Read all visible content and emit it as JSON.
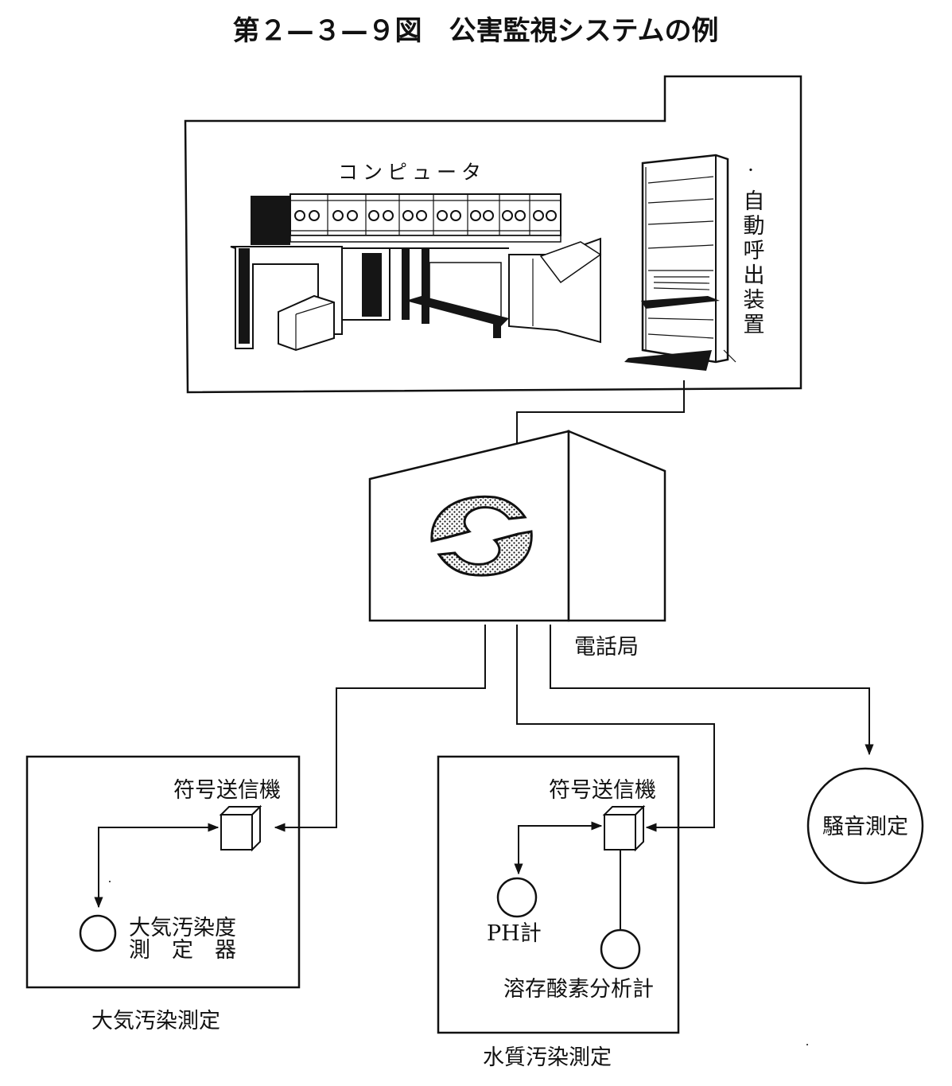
{
  "title": "第２—３—９図　公害監視システムの例",
  "labels": {
    "computer": "コンピュータ",
    "auto_caller": "自動呼出装置",
    "telephone_office": "電話局",
    "encoder_left": "符号送信機",
    "encoder_right": "符号送信機",
    "air_meter_line1": "大気汚染度",
    "air_meter_line2": "測　定　器",
    "air_station": "大気汚染測定",
    "ph_meter": "PH計",
    "do_meter": "溶存酸素分析計",
    "water_station": "水質汚染測定",
    "noise": "騒音測定"
  }
}
